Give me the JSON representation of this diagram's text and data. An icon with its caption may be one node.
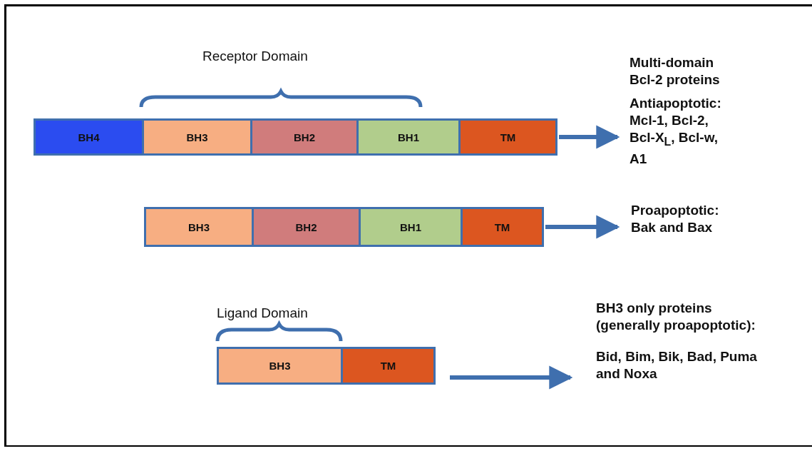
{
  "diagram": {
    "nodes": [
      {
        "text": [],
        "shape": "bar"
      },
      {
        "text": [
          "BH4"
        ],
        "in": 0
      },
      {
        "text": [
          "BH3"
        ],
        "in": 0
      },
      {
        "text": [
          "BH2"
        ],
        "in": 0
      },
      {
        "text": [
          "BH1"
        ],
        "in": 0
      },
      {
        "text": [
          "TM"
        ],
        "in": 0
      },
      {
        "text": [
          "Antiapoptotic: Mcl-1, Bcl-2, Bcl-X$_{L}$, Bcl-w, A1"
        ]
      },
      {
        "text": [],
        "shape": "bar"
      },
      {
        "text": [
          "BH3"
        ],
        "in": 7
      },
      {
        "text": [
          "BH2"
        ],
        "in": 7
      },
      {
        "text": [
          "BH1"
        ],
        "in": 7
      },
      {
        "text": [
          "TM"
        ],
        "in": 7
      },
      {
        "text": [
          "Proapoptotic: Bak and Bax"
        ]
      },
      {
        "text": [],
        "shape": "bar"
      },
      {
        "text": [
          "BH3"
        ],
        "in": 13
      },
      {
        "text": [
          "TM"
        ],
        "in": 13
      },
      {
        "text": [
          "BH3 only proteins (generally proapoptotic):",
          "Bid, Bim, Bik, Bad, Puma and Noxa"
        ]
      }
    ],
    "edges": [
      {
        "from": 0,
        "to": 6,
        "arrow": "to"
      },
      {
        "from": 7,
        "to": 12,
        "arrow": "to"
      },
      {
        "from": 13,
        "to": 16,
        "arrow": "to"
      }
    ],
    "labels": [
      "Receptor Domain",
      "Multi-domain Bcl-2 proteins",
      "Ligand Domain"
    ]
  }
}
